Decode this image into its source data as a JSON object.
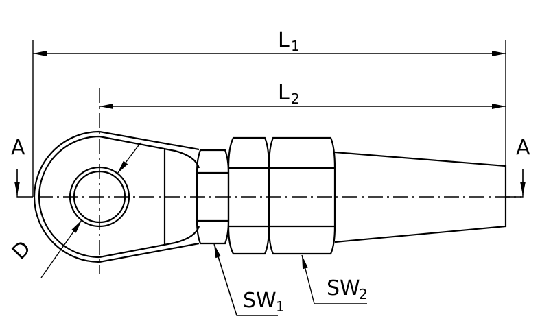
{
  "labels": {
    "l1": "L",
    "l1_sub": "1",
    "l2": "L",
    "l2_sub": "2",
    "section_left": "A",
    "section_right": "A",
    "diameter": "D",
    "sw1": "SW",
    "sw1_sub": "1",
    "sw2": "SW",
    "sw2_sub": "2"
  }
}
